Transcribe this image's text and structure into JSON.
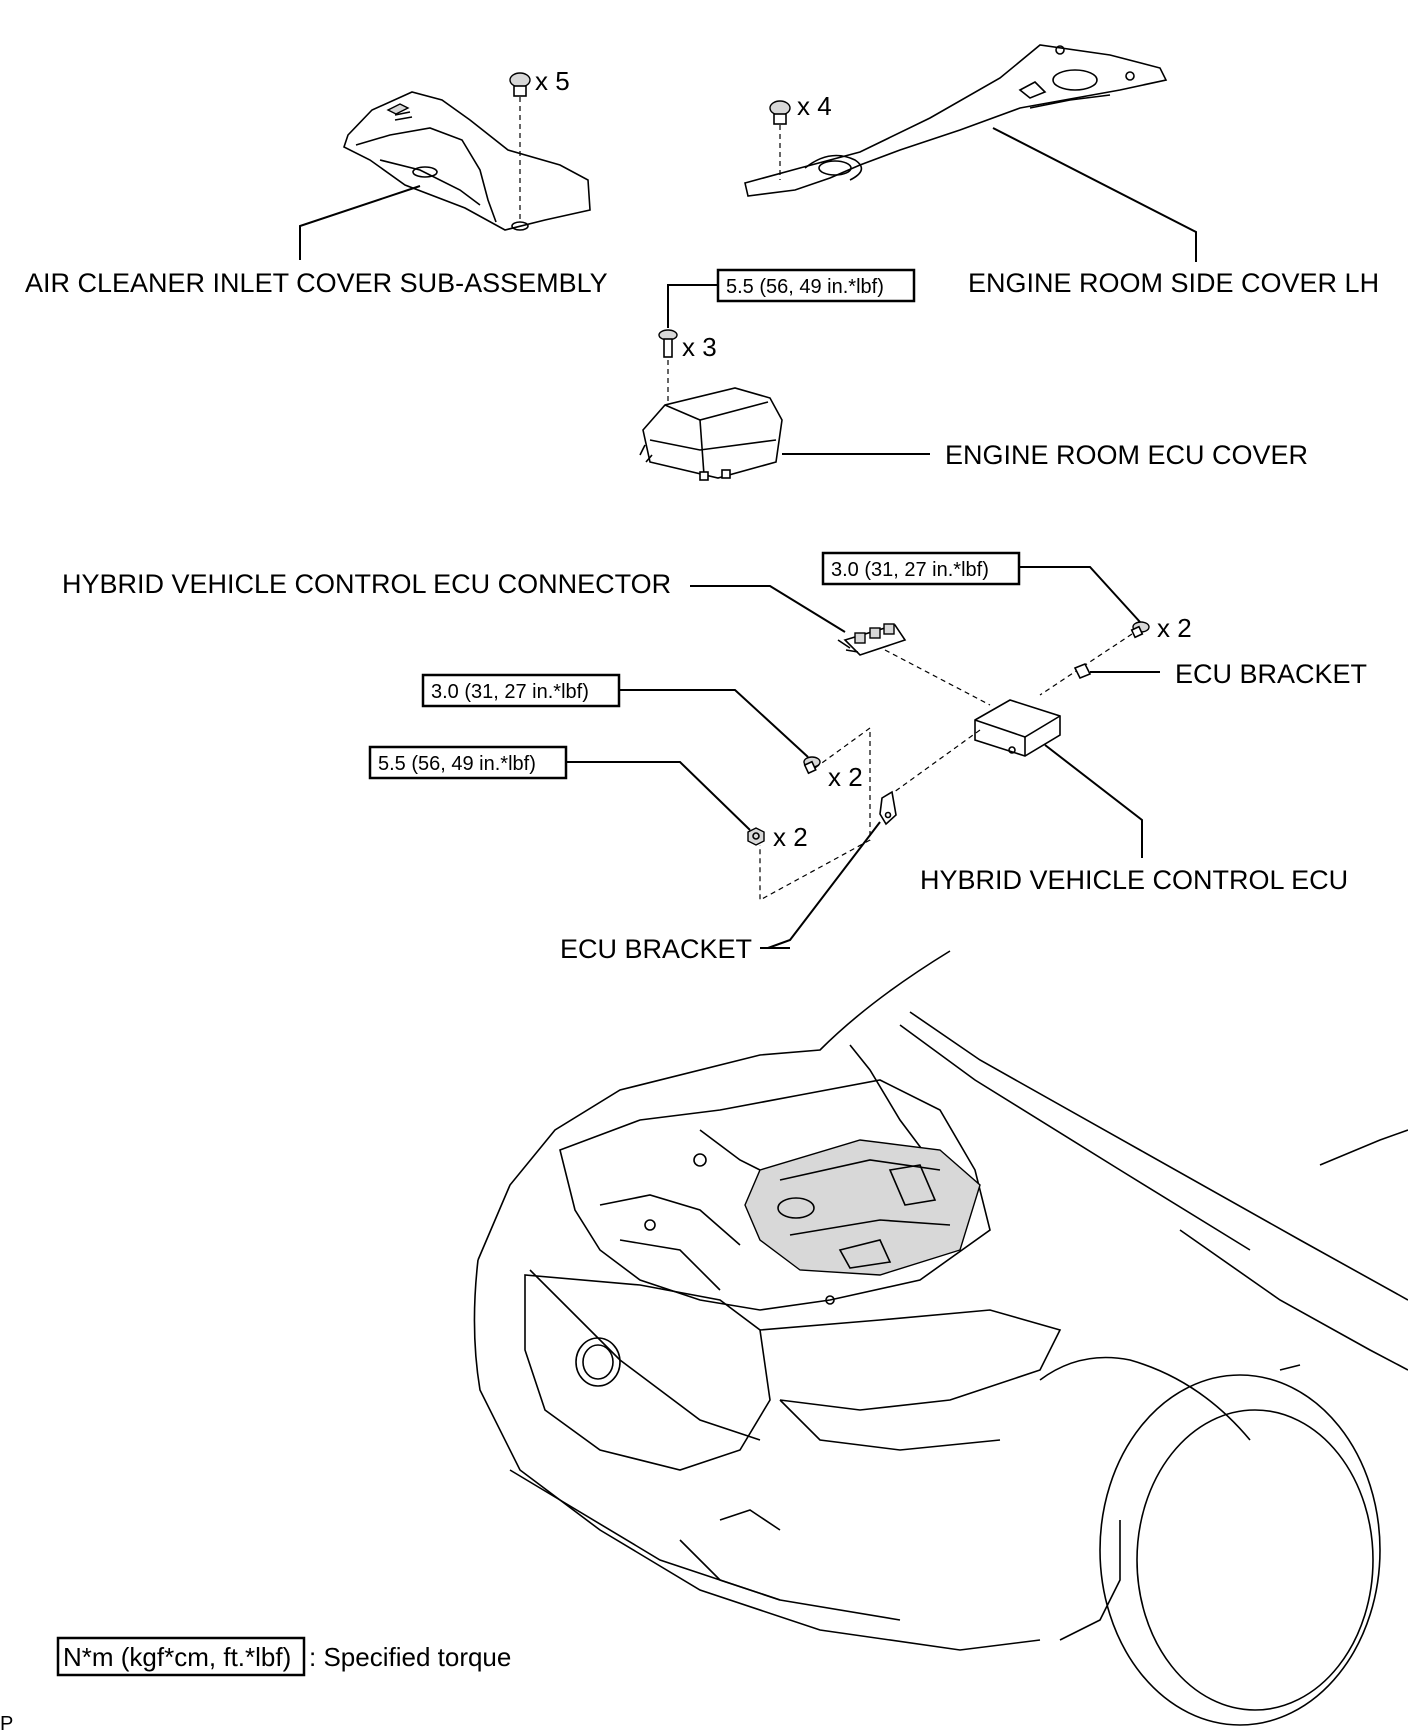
{
  "labels": {
    "air_cleaner_inlet_cover": "AIR CLEANER INLET COVER SUB-ASSEMBLY",
    "engine_room_side_cover": "ENGINE ROOM SIDE COVER LH",
    "engine_room_ecu_cover": "ENGINE ROOM ECU COVER",
    "hv_ecu_connector": "HYBRID VEHICLE CONTROL ECU CONNECTOR",
    "ecu_bracket_right": "ECU BRACKET",
    "ecu_bracket_lower": "ECU BRACKET",
    "hv_control_ecu": "HYBRID VEHICLE CONTROL ECU"
  },
  "quantities": {
    "clip_air_cleaner": "x 5",
    "clip_side_cover": "x 4",
    "bolt_ecu_cover": "x 3",
    "bolt_ecu_bracket_right": "x 2",
    "bolt_ecu_bracket_lower": "x 2",
    "nut_ecu_bracket_lower": "x 2"
  },
  "torques": {
    "ecu_cover": "5.5 (56, 49 in.*lbf)",
    "bracket_right": "3.0 (31, 27 in.*lbf)",
    "bracket_lower_bolt": "3.0 (31, 27 in.*lbf)",
    "bracket_lower_nut": "5.5 (56, 49 in.*lbf)"
  },
  "legend": {
    "unit": "N*m (kgf*cm, ft.*lbf)",
    "description": ": Specified torque"
  },
  "corner_mark": "P"
}
